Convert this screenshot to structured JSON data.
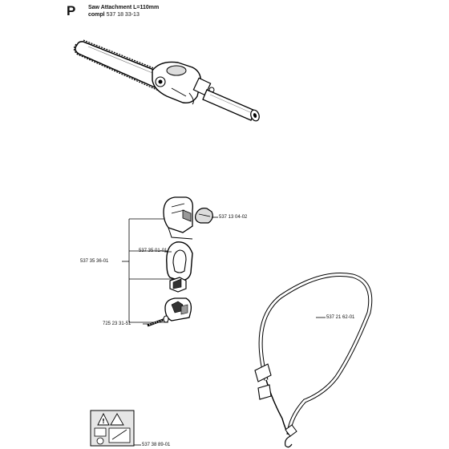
{
  "page": {
    "section_letter": "P",
    "title": "Saw Attachment L=110mm",
    "compl_label": "compl",
    "compl_number": "537 18 33-13"
  },
  "parts": {
    "cover": "537 13 04-02",
    "kit": "537 35 36-01",
    "clip": "537 35 01-01",
    "screw": "725 23 31-51",
    "harness": "537 21 62-01",
    "decal": "537 38 89-01"
  }
}
